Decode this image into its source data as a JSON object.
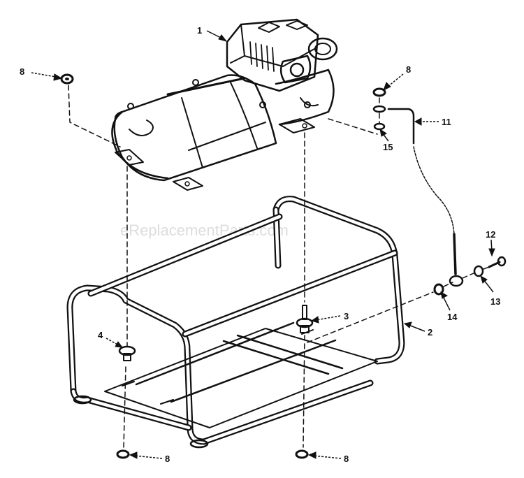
{
  "diagram": {
    "watermark": "eReplacementParts.com",
    "callouts": [
      {
        "id": "c1",
        "label": "1"
      },
      {
        "id": "c8a",
        "label": "8"
      },
      {
        "id": "c8b",
        "label": "8"
      },
      {
        "id": "c11",
        "label": "11"
      },
      {
        "id": "c15",
        "label": "15"
      },
      {
        "id": "c12",
        "label": "12"
      },
      {
        "id": "c13",
        "label": "13"
      },
      {
        "id": "c14",
        "label": "14"
      },
      {
        "id": "c3",
        "label": "3"
      },
      {
        "id": "c2",
        "label": "2"
      },
      {
        "id": "c4",
        "label": "4"
      },
      {
        "id": "c8c",
        "label": "8"
      },
      {
        "id": "c8d",
        "label": "8"
      }
    ],
    "colors": {
      "ink": "#111111",
      "paper": "#ffffff",
      "watermark": "#dddddd"
    }
  }
}
